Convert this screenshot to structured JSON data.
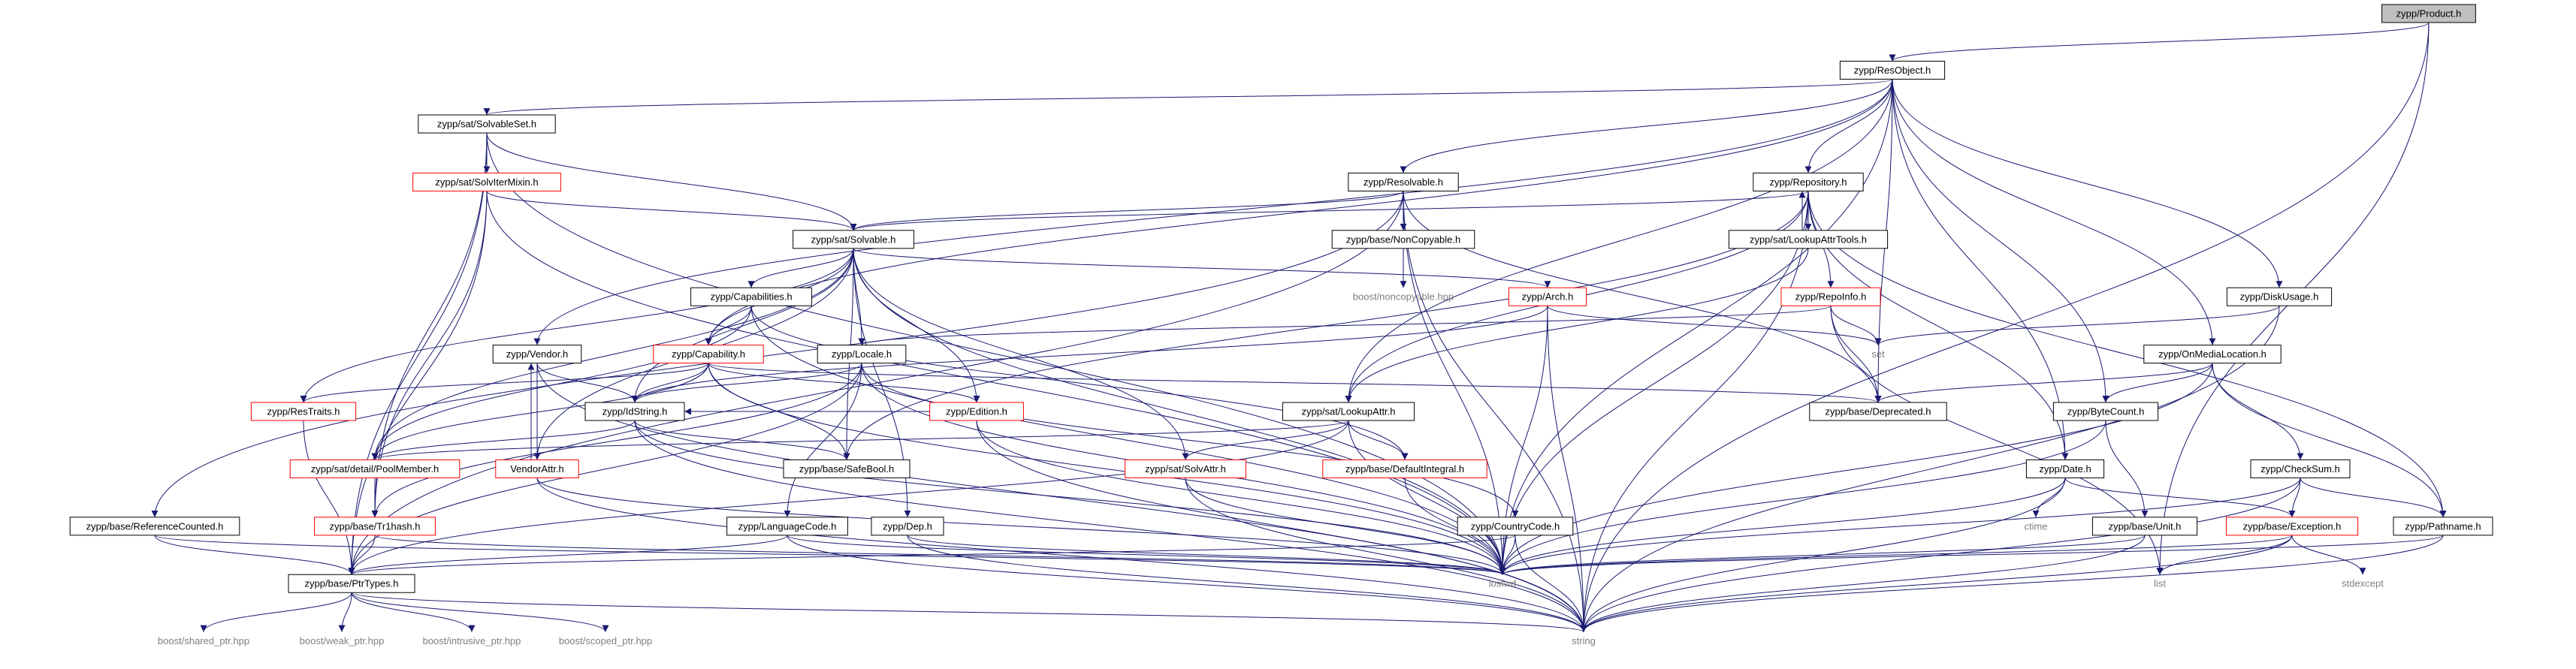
{
  "colors": {
    "edge": "#191970",
    "root_fill": "#bfbfbf",
    "truncated_border": "#ff0000",
    "external_text": "#7f7f7f"
  },
  "nodes": [
    {
      "id": "product",
      "label": "zypp/Product.h",
      "kind": "root"
    },
    {
      "id": "resobject",
      "label": "zypp/ResObject.h",
      "kind": "normal"
    },
    {
      "id": "solvableset",
      "label": "zypp/sat/SolvableSet.h",
      "kind": "normal"
    },
    {
      "id": "solviter",
      "label": "zypp/sat/SolvIterMixin.h",
      "kind": "truncated"
    },
    {
      "id": "resolvable",
      "label": "zypp/Resolvable.h",
      "kind": "normal"
    },
    {
      "id": "repository",
      "label": "zypp/Repository.h",
      "kind": "normal"
    },
    {
      "id": "solvable",
      "label": "zypp/sat/Solvable.h",
      "kind": "normal"
    },
    {
      "id": "noncopyable",
      "label": "zypp/base/NonCopyable.h",
      "kind": "normal"
    },
    {
      "id": "lookupattrtools",
      "label": "zypp/sat/LookupAttrTools.h",
      "kind": "normal"
    },
    {
      "id": "boostnoncopyable",
      "label": "boost/noncopyable.hpp",
      "kind": "external"
    },
    {
      "id": "capabilities",
      "label": "zypp/Capabilities.h",
      "kind": "normal"
    },
    {
      "id": "arch",
      "label": "zypp/Arch.h",
      "kind": "truncated"
    },
    {
      "id": "repoinfo",
      "label": "zypp/RepoInfo.h",
      "kind": "truncated"
    },
    {
      "id": "diskusage",
      "label": "zypp/DiskUsage.h",
      "kind": "normal"
    },
    {
      "id": "vendor",
      "label": "zypp/Vendor.h",
      "kind": "normal"
    },
    {
      "id": "capability",
      "label": "zypp/Capability.h",
      "kind": "truncated"
    },
    {
      "id": "locale",
      "label": "zypp/Locale.h",
      "kind": "normal"
    },
    {
      "id": "set",
      "label": "set",
      "kind": "external"
    },
    {
      "id": "onmedialocation",
      "label": "zypp/OnMediaLocation.h",
      "kind": "normal"
    },
    {
      "id": "restraits",
      "label": "zypp/ResTraits.h",
      "kind": "truncated"
    },
    {
      "id": "idstring",
      "label": "zypp/IdString.h",
      "kind": "normal"
    },
    {
      "id": "edition",
      "label": "zypp/Edition.h",
      "kind": "truncated"
    },
    {
      "id": "lookupattr",
      "label": "zypp/sat/LookupAttr.h",
      "kind": "normal"
    },
    {
      "id": "deprecated",
      "label": "zypp/base/Deprecated.h",
      "kind": "normal"
    },
    {
      "id": "bytecount",
      "label": "zypp/ByteCount.h",
      "kind": "normal"
    },
    {
      "id": "poolmember",
      "label": "zypp/sat/detail/PoolMember.h",
      "kind": "truncated"
    },
    {
      "id": "vendorattr",
      "label": "VendorAttr.h",
      "kind": "truncated"
    },
    {
      "id": "safebool",
      "label": "zypp/base/SafeBool.h",
      "kind": "normal"
    },
    {
      "id": "solvattr",
      "label": "zypp/sat/SolvAttr.h",
      "kind": "truncated"
    },
    {
      "id": "defaultintegral",
      "label": "zypp/base/DefaultIntegral.h",
      "kind": "truncated"
    },
    {
      "id": "date",
      "label": "zypp/Date.h",
      "kind": "normal"
    },
    {
      "id": "checksum",
      "label": "zypp/CheckSum.h",
      "kind": "normal"
    },
    {
      "id": "refcounted",
      "label": "zypp/base/ReferenceCounted.h",
      "kind": "normal"
    },
    {
      "id": "trihash",
      "label": "zypp/base/Tr1hash.h",
      "kind": "truncated"
    },
    {
      "id": "languagecode",
      "label": "zypp/LanguageCode.h",
      "kind": "normal"
    },
    {
      "id": "dep",
      "label": "zypp/Dep.h",
      "kind": "normal"
    },
    {
      "id": "countrycode",
      "label": "zypp/CountryCode.h",
      "kind": "normal"
    },
    {
      "id": "ctime",
      "label": "ctime",
      "kind": "external"
    },
    {
      "id": "unit",
      "label": "zypp/base/Unit.h",
      "kind": "normal"
    },
    {
      "id": "exception",
      "label": "zypp/base/Exception.h",
      "kind": "truncated"
    },
    {
      "id": "pathname",
      "label": "zypp/Pathname.h",
      "kind": "normal"
    },
    {
      "id": "ptrtypes",
      "label": "zypp/base/PtrTypes.h",
      "kind": "normal"
    },
    {
      "id": "iosfwd",
      "label": "iosfwd",
      "kind": "external"
    },
    {
      "id": "list",
      "label": "list",
      "kind": "external"
    },
    {
      "id": "stdexcept",
      "label": "stdexcept",
      "kind": "external"
    },
    {
      "id": "sharedptr",
      "label": "boost/shared_ptr.hpp",
      "kind": "external"
    },
    {
      "id": "weakptr",
      "label": "boost/weak_ptr.hpp",
      "kind": "external"
    },
    {
      "id": "intrusiveptr",
      "label": "boost/intrusive_ptr.hpp",
      "kind": "external"
    },
    {
      "id": "scopedptr",
      "label": "boost/scoped_ptr.hpp",
      "kind": "external"
    },
    {
      "id": "string",
      "label": "string",
      "kind": "external"
    }
  ],
  "edges": [
    [
      "product",
      "resobject"
    ],
    [
      "product",
      "list"
    ],
    [
      "product",
      "string"
    ],
    [
      "resobject",
      "solvableset"
    ],
    [
      "resobject",
      "resolvable"
    ],
    [
      "resobject",
      "repository"
    ],
    [
      "resobject",
      "vendor"
    ],
    [
      "resobject",
      "capability"
    ],
    [
      "resobject",
      "lookupattr"
    ],
    [
      "resobject",
      "deprecated"
    ],
    [
      "resobject",
      "bytecount"
    ],
    [
      "resobject",
      "diskusage"
    ],
    [
      "resobject",
      "onmedialocation"
    ],
    [
      "resobject",
      "date"
    ],
    [
      "resobject",
      "iosfwd"
    ],
    [
      "solvableset",
      "solviter"
    ],
    [
      "solvableset",
      "solvable"
    ],
    [
      "solvableset",
      "trihash"
    ],
    [
      "solvableset",
      "ptrtypes"
    ],
    [
      "solvableset",
      "iosfwd"
    ],
    [
      "solviter",
      "solvable"
    ],
    [
      "solviter",
      "trihash"
    ],
    [
      "solviter",
      "ptrtypes"
    ],
    [
      "solviter",
      "iosfwd"
    ],
    [
      "resolvable",
      "solvable"
    ],
    [
      "resolvable",
      "noncopyable"
    ],
    [
      "resolvable",
      "refcounted"
    ],
    [
      "resolvable",
      "ptrtypes"
    ],
    [
      "resolvable",
      "deprecated"
    ],
    [
      "resolvable",
      "iosfwd"
    ],
    [
      "resolvable",
      "string"
    ],
    [
      "repository",
      "solvable"
    ],
    [
      "repository",
      "lookupattrtools"
    ],
    [
      "repository",
      "repoinfo"
    ],
    [
      "repository",
      "date"
    ],
    [
      "repository",
      "pathname"
    ],
    [
      "repository",
      "safebool"
    ],
    [
      "repository",
      "lookupattr"
    ],
    [
      "repository",
      "iosfwd"
    ],
    [
      "repository",
      "string"
    ],
    [
      "lookupattrtools",
      "repository"
    ],
    [
      "lookupattrtools",
      "lookupattr"
    ],
    [
      "noncopyable",
      "boostnoncopyable"
    ],
    [
      "solvable",
      "capabilities"
    ],
    [
      "solvable",
      "arch"
    ],
    [
      "solvable",
      "capability"
    ],
    [
      "solvable",
      "locale"
    ],
    [
      "solvable",
      "restraits"
    ],
    [
      "solvable",
      "idstring"
    ],
    [
      "solvable",
      "edition"
    ],
    [
      "solvable",
      "poolmember"
    ],
    [
      "solvable",
      "safebool"
    ],
    [
      "solvable",
      "solvattr"
    ],
    [
      "solvable",
      "dep"
    ],
    [
      "solvable",
      "iosfwd"
    ],
    [
      "solvable",
      "vendorattr"
    ],
    [
      "capabilities",
      "capability"
    ],
    [
      "capabilities",
      "poolmember"
    ],
    [
      "capabilities",
      "defaultintegral"
    ],
    [
      "capabilities",
      "iosfwd"
    ],
    [
      "arch",
      "idstring"
    ],
    [
      "arch",
      "set"
    ],
    [
      "arch",
      "iosfwd"
    ],
    [
      "arch",
      "string"
    ],
    [
      "repoinfo",
      "set"
    ],
    [
      "repoinfo",
      "deprecated"
    ],
    [
      "repoinfo",
      "locale"
    ],
    [
      "repoinfo",
      "list"
    ],
    [
      "diskusage",
      "set"
    ],
    [
      "diskusage",
      "string"
    ],
    [
      "vendor",
      "idstring"
    ],
    [
      "vendor",
      "vendorattr"
    ],
    [
      "vendor",
      "string"
    ],
    [
      "capability",
      "restraits"
    ],
    [
      "capability",
      "idstring"
    ],
    [
      "capability",
      "edition"
    ],
    [
      "capability",
      "poolmember"
    ],
    [
      "capability",
      "safebool"
    ],
    [
      "capability",
      "deprecated"
    ],
    [
      "capability",
      "iosfwd"
    ],
    [
      "locale",
      "idstring"
    ],
    [
      "locale",
      "languagecode"
    ],
    [
      "locale",
      "countrycode"
    ],
    [
      "locale",
      "trihash"
    ],
    [
      "locale",
      "ptrtypes"
    ],
    [
      "locale",
      "iosfwd"
    ],
    [
      "onmedialocation",
      "bytecount"
    ],
    [
      "onmedialocation",
      "checksum"
    ],
    [
      "onmedialocation",
      "pathname"
    ],
    [
      "onmedialocation",
      "deprecated"
    ],
    [
      "onmedialocation",
      "iosfwd"
    ],
    [
      "restraits",
      "ptrtypes"
    ],
    [
      "idstring",
      "poolmember"
    ],
    [
      "idstring",
      "safebool"
    ],
    [
      "idstring",
      "string"
    ],
    [
      "idstring",
      "iosfwd"
    ],
    [
      "edition",
      "idstring"
    ],
    [
      "edition",
      "iosfwd"
    ],
    [
      "edition",
      "string"
    ],
    [
      "lookupattr",
      "poolmember"
    ],
    [
      "lookupattr",
      "solvattr"
    ],
    [
      "lookupattr",
      "defaultintegral"
    ],
    [
      "lookupattr",
      "ptrtypes"
    ],
    [
      "lookupattr",
      "iosfwd"
    ],
    [
      "bytecount",
      "unit"
    ],
    [
      "bytecount",
      "iosfwd"
    ],
    [
      "poolmember",
      "trihash"
    ],
    [
      "vendorattr",
      "vendor"
    ],
    [
      "vendorattr",
      "iosfwd"
    ],
    [
      "vendorattr",
      "string"
    ],
    [
      "solvattr",
      "iosfwd"
    ],
    [
      "solvattr",
      "string"
    ],
    [
      "defaultintegral",
      "iosfwd"
    ],
    [
      "date",
      "ctime"
    ],
    [
      "date",
      "exception"
    ],
    [
      "date",
      "iosfwd"
    ],
    [
      "date",
      "string"
    ],
    [
      "checksum",
      "exception"
    ],
    [
      "checksum",
      "pathname"
    ],
    [
      "checksum",
      "iosfwd"
    ],
    [
      "checksum",
      "string"
    ],
    [
      "refcounted",
      "ptrtypes"
    ],
    [
      "refcounted",
      "iosfwd"
    ],
    [
      "trihash",
      "ptrtypes"
    ],
    [
      "trihash",
      "iosfwd"
    ],
    [
      "languagecode",
      "ptrtypes"
    ],
    [
      "languagecode",
      "iosfwd"
    ],
    [
      "languagecode",
      "string"
    ],
    [
      "dep",
      "iosfwd"
    ],
    [
      "dep",
      "string"
    ],
    [
      "countrycode",
      "ptrtypes"
    ],
    [
      "countrycode",
      "iosfwd"
    ],
    [
      "countrycode",
      "string"
    ],
    [
      "unit",
      "iosfwd"
    ],
    [
      "unit",
      "string"
    ],
    [
      "exception",
      "iosfwd"
    ],
    [
      "exception",
      "list"
    ],
    [
      "exception",
      "stdexcept"
    ],
    [
      "exception",
      "string"
    ],
    [
      "pathname",
      "iosfwd"
    ],
    [
      "pathname",
      "string"
    ],
    [
      "ptrtypes",
      "sharedptr"
    ],
    [
      "ptrtypes",
      "weakptr"
    ],
    [
      "ptrtypes",
      "intrusiveptr"
    ],
    [
      "ptrtypes",
      "scopedptr"
    ],
    [
      "ptrtypes",
      "string"
    ]
  ]
}
